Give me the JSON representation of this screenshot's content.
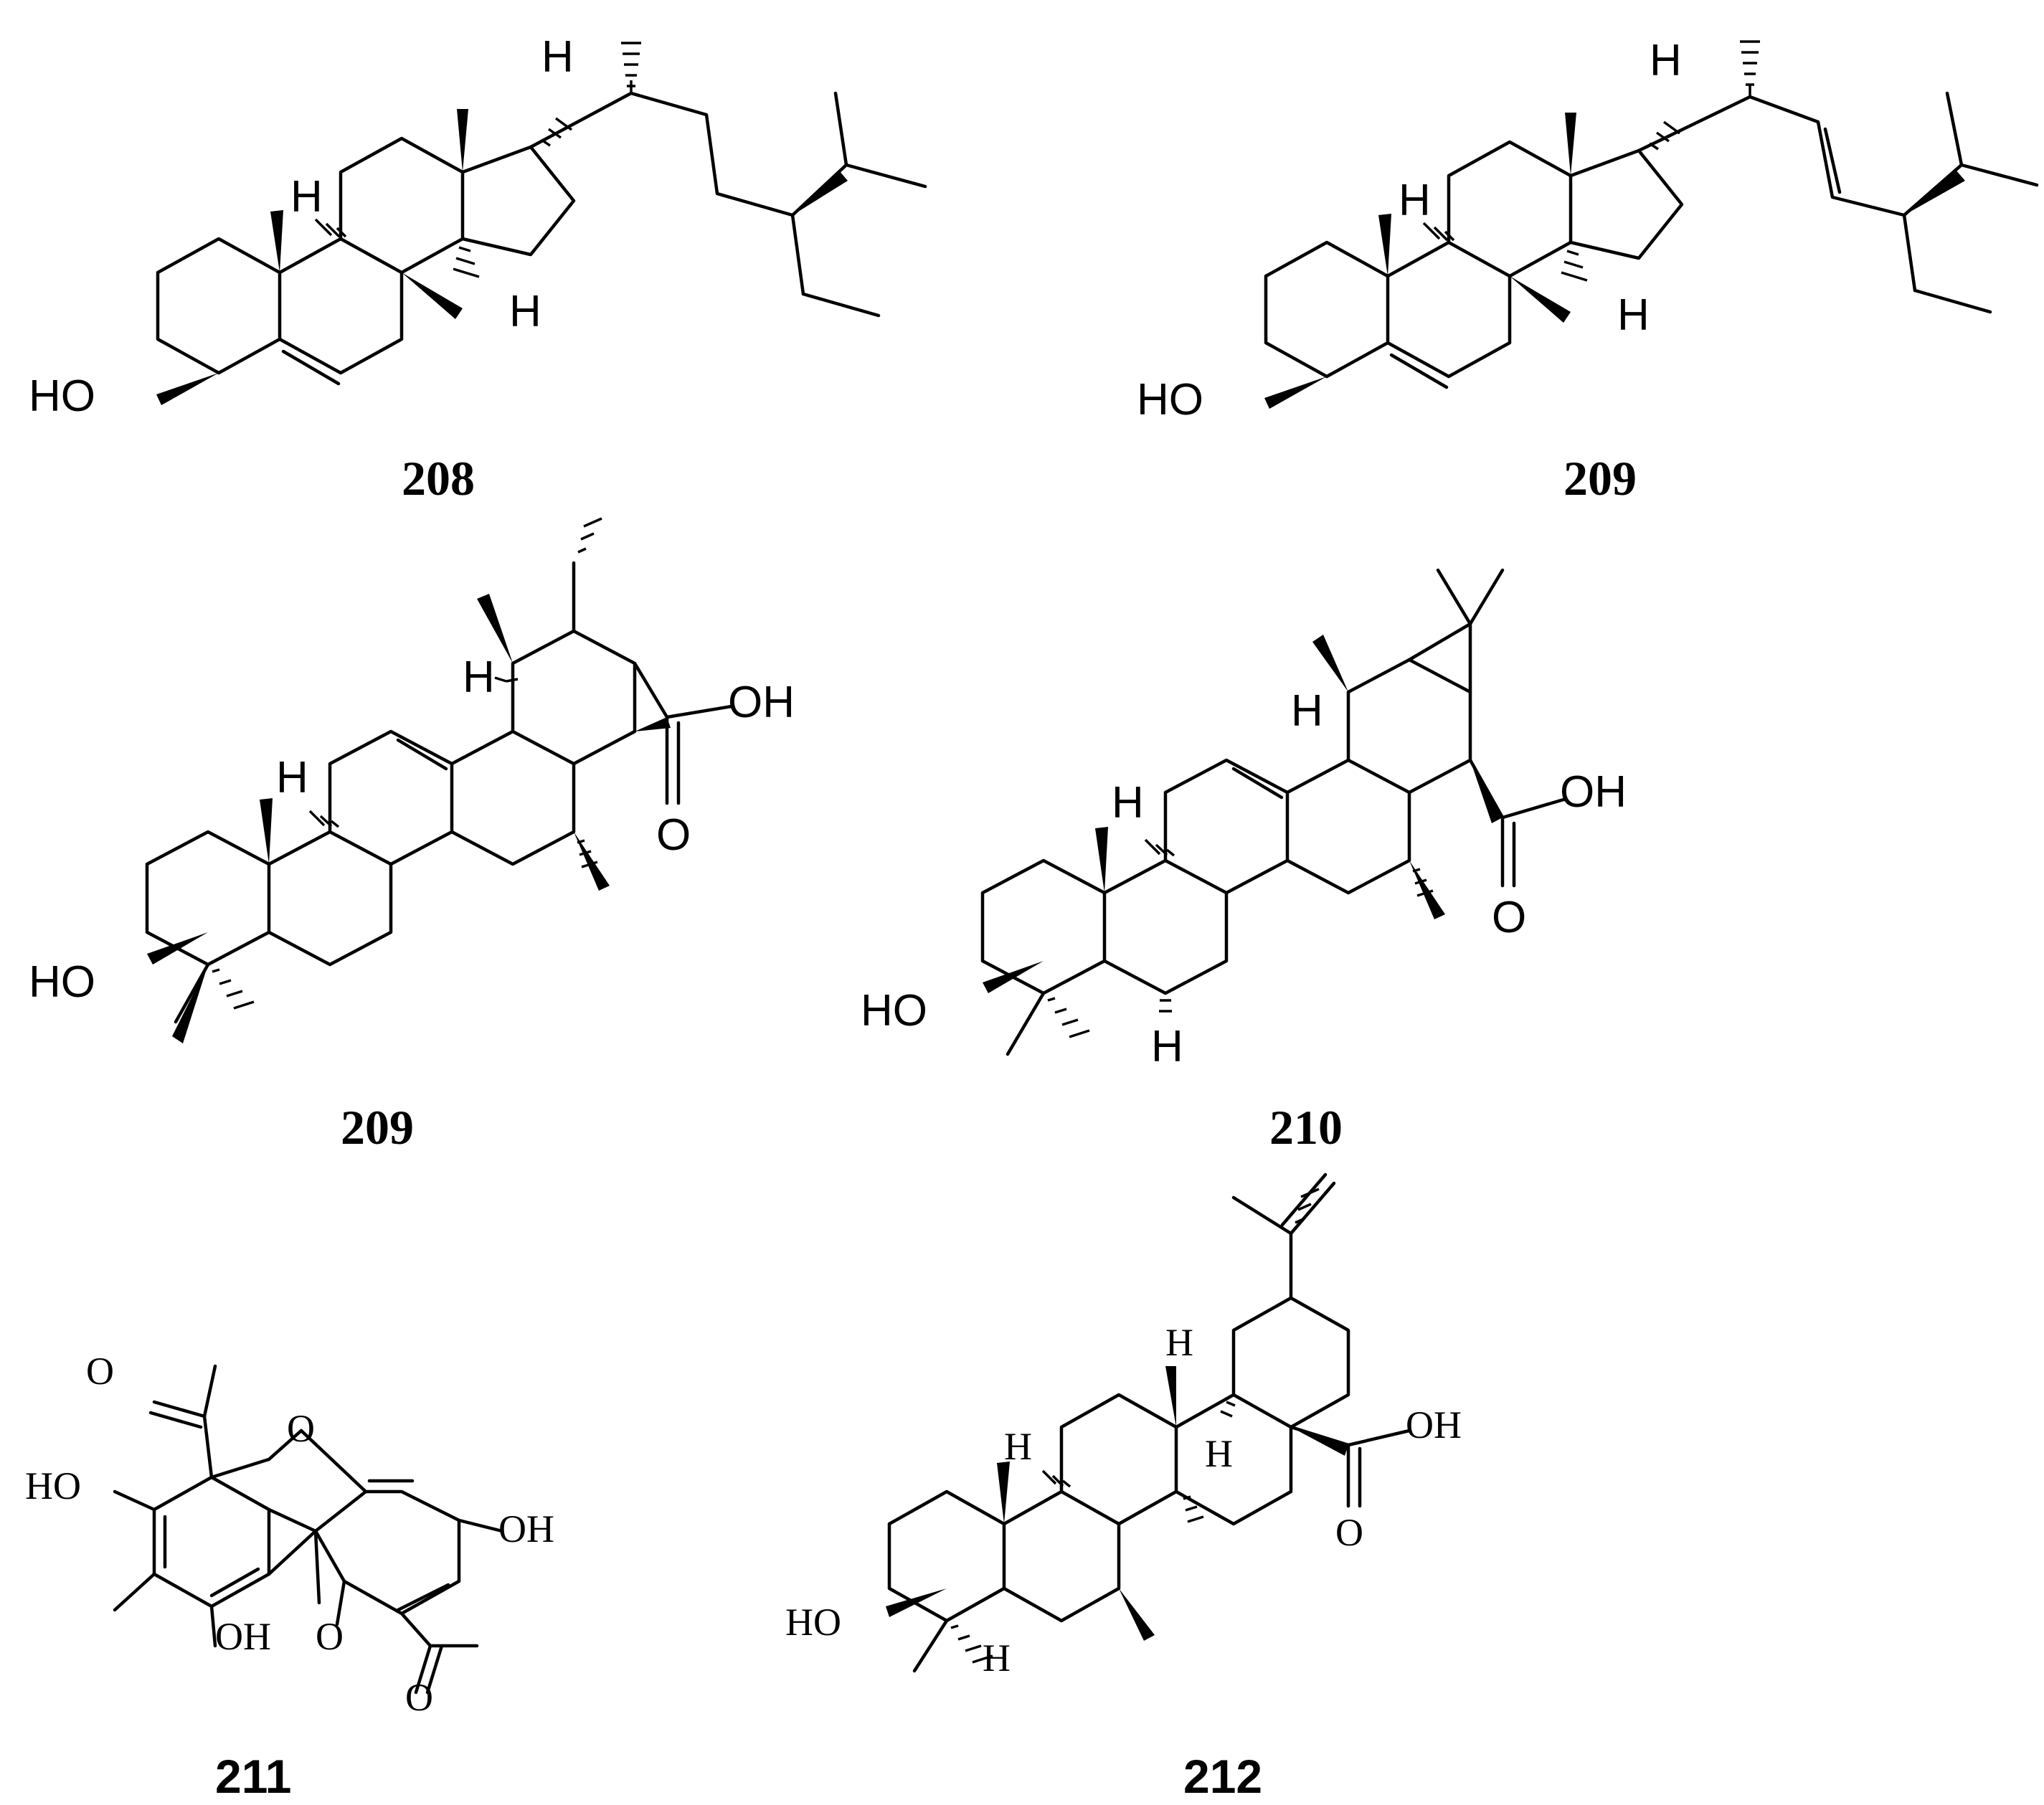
{
  "structures": [
    {
      "id": "compound-208",
      "caption": "208",
      "labels": {
        "oh": "HO",
        "h1": "H",
        "h2": "H",
        "h3": "H"
      }
    },
    {
      "id": "compound-209a",
      "caption": "209",
      "labels": {
        "oh": "HO",
        "h1": "H",
        "h2": "H",
        "h3": "H"
      }
    },
    {
      "id": "compound-209b",
      "caption": "209",
      "labels": {
        "oh": "HO",
        "h1": "H",
        "h2": "H",
        "acid_oh": "OH",
        "acid_o": "O"
      }
    },
    {
      "id": "compound-210",
      "caption": "210",
      "labels": {
        "oh": "HO",
        "h1": "H",
        "h2": "H",
        "h3": "H",
        "acid_oh": "OH",
        "acid_o": "O"
      }
    },
    {
      "id": "compound-211",
      "caption": "211",
      "labels": {
        "ring_o": "O",
        "ho": "HO",
        "oh1": "OH",
        "oh2": "OH",
        "o1": "O",
        "o2": "O",
        "o3": "O"
      }
    },
    {
      "id": "compound-212",
      "caption": "212",
      "labels": {
        "oh": "HO",
        "h1": "H",
        "h2": "H",
        "h3": "H",
        "h4": "H",
        "acid_oh": "OH",
        "acid_o": "O"
      }
    }
  ]
}
